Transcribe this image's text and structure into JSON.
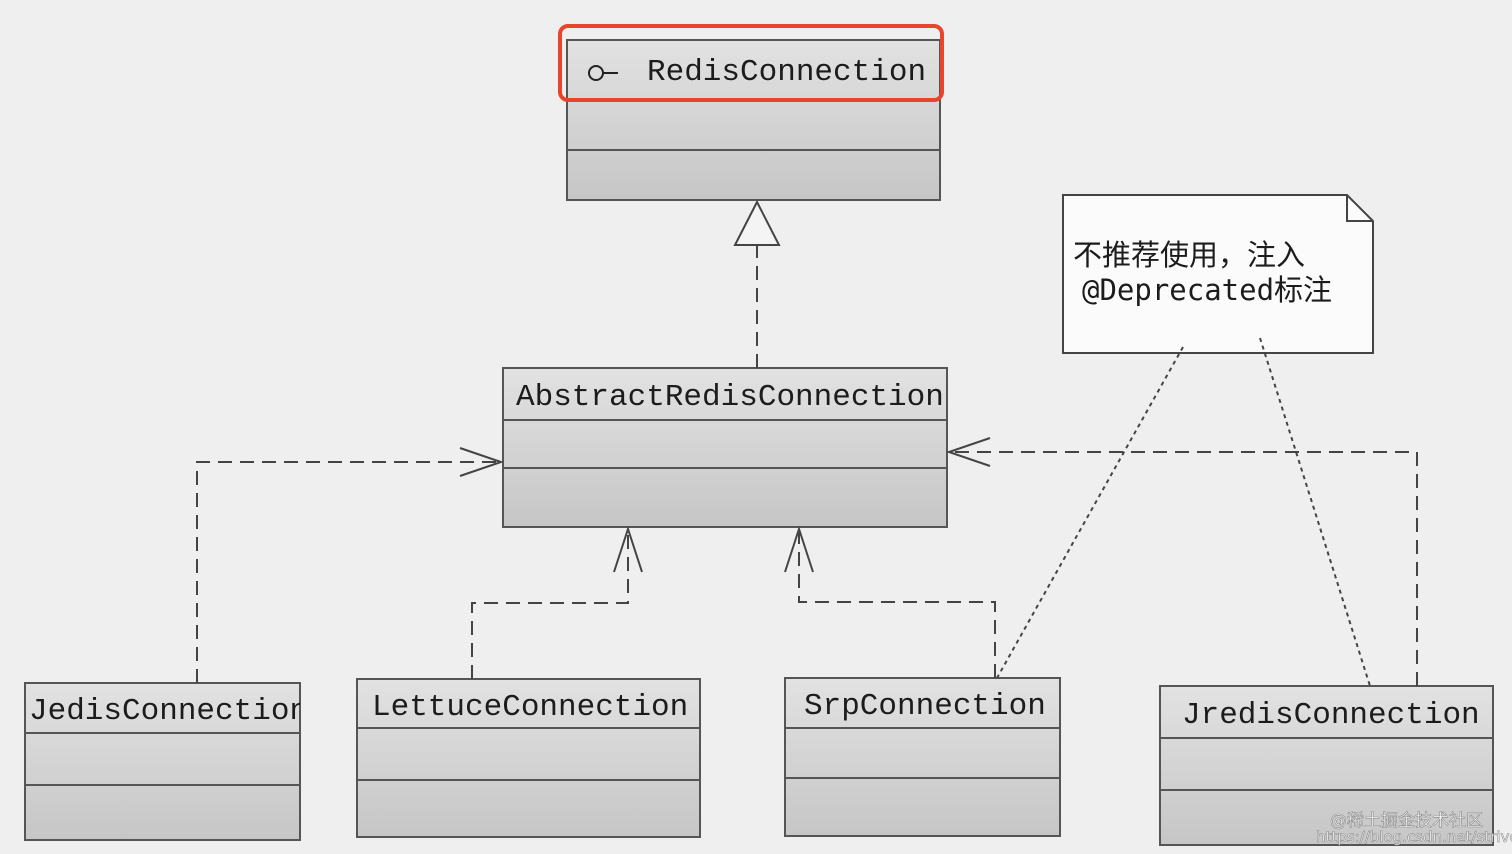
{
  "interface": {
    "name": "RedisConnection",
    "icon": "interface-lollipop-icon"
  },
  "abstract_class": {
    "name": "AbstractRedisConnection"
  },
  "implementations": [
    {
      "name": "JedisConnection"
    },
    {
      "name": "LettuceConnection"
    },
    {
      "name": "SrpConnection"
    },
    {
      "name": "JredisConnection"
    }
  ],
  "note": {
    "line1": "不推荐使用，注入",
    "line2": "@Deprecated标注"
  },
  "highlight_color": "#e8452c",
  "watermark": {
    "line1": "@稀土掘金技术社区",
    "line2": "https://blog.csdn.net/strive"
  }
}
